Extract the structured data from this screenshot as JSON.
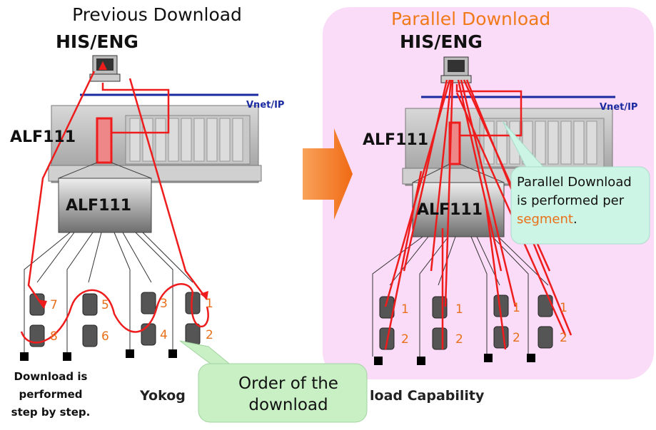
{
  "left": {
    "title": "Previous Download",
    "hiseng": "HIS/ENG",
    "vnet": "Vnet/IP",
    "alf_rack": "ALF111",
    "alf_box": "ALF111",
    "step_numbers": [
      "7",
      "8",
      "5",
      "6",
      "3",
      "4",
      "1",
      "2"
    ],
    "caption": "Download is performed step by step."
  },
  "right": {
    "title": "Parallel Download",
    "hiseng": "HIS/ENG",
    "vnet": "Vnet/IP",
    "alf_rack": "ALF111",
    "alf_box": "ALF111",
    "seg_numbers": [
      "1",
      "2",
      "1",
      "2",
      "1",
      "2",
      "1",
      "2"
    ],
    "callout": {
      "line1": "Parallel Download",
      "line2": "is performed per",
      "highlight": "segment",
      "suffix": "."
    }
  },
  "footer": {
    "caption_left_part": "Yokog",
    "caption_right_part": "load Capability"
  },
  "order_callout": "Order of the download",
  "colors": {
    "path": "#ee1c1c",
    "orange": "#e8701a",
    "panel": "#fbdcf8",
    "callout": "#cdf5e5",
    "vnet": "#1a2aa0"
  }
}
